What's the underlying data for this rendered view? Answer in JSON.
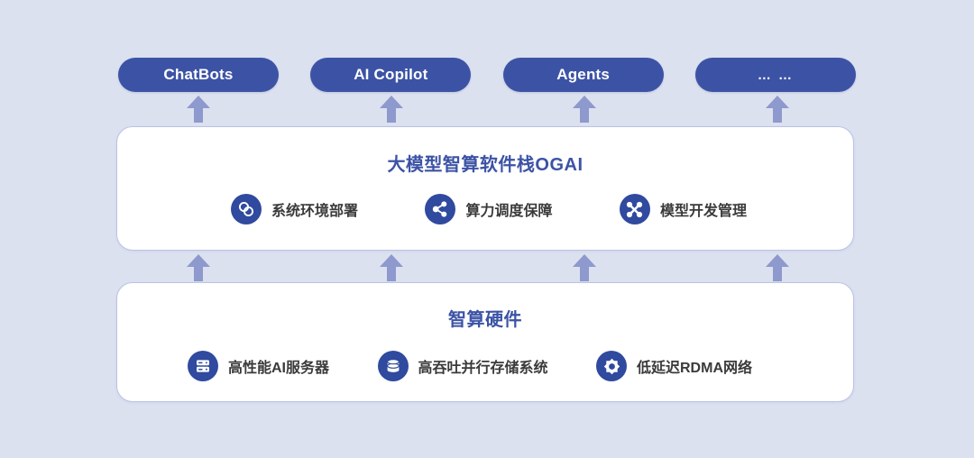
{
  "colors": {
    "background": "#dce1f0",
    "pill": "#3c53a5",
    "panel_border": "#b9c3e4",
    "panel_fill": "#ffffff",
    "title": "#3c53a5",
    "icon_circle": "#2f4a9e",
    "arrow": "#8e99cd",
    "label": "#3a3a3a"
  },
  "applications": [
    {
      "label": "ChatBots",
      "icon": "none"
    },
    {
      "label": "AI Copilot",
      "icon": "none"
    },
    {
      "label": "Agents",
      "icon": "none"
    },
    {
      "label": "… …",
      "icon": "ellipsis-icon"
    }
  ],
  "arrows": {
    "icon": "arrow-up-icon",
    "count_top": 4,
    "count_middle": 4
  },
  "software_layer": {
    "title": "大模型智算软件栈OGAI",
    "features": [
      {
        "label": "系统环境部署",
        "icon": "linked-circles-icon"
      },
      {
        "label": "算力调度保障",
        "icon": "share-nodes-icon"
      },
      {
        "label": "模型开发管理",
        "icon": "cluster-nodes-icon"
      }
    ]
  },
  "hardware_layer": {
    "title": "智算硬件",
    "features": [
      {
        "label": "高性能AI服务器",
        "icon": "server-icon"
      },
      {
        "label": "高吞吐并行存储系统",
        "icon": "database-icon"
      },
      {
        "label": "低延迟RDMA网络",
        "icon": "network-node-icon"
      }
    ]
  }
}
